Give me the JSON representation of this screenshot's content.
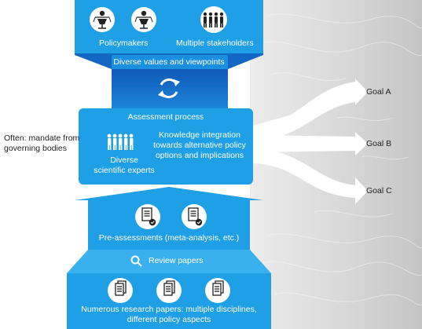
{
  "top": {
    "policymakers": "Policymakers",
    "stakeholders": "Multiple stakeholders",
    "viewpoints": "Diverse values and viewpoints"
  },
  "process": {
    "title": "Assessment process",
    "experts_line1": "Diverse",
    "experts_line2": "scientific experts",
    "integration_line1": "Knowledge integration",
    "integration_line2": "towards alternative policy",
    "integration_line3": "options and implications"
  },
  "mandate": {
    "line1": "Often: mandate from",
    "line2": "governing bodies"
  },
  "goals": [
    "Goal A",
    "Goal B",
    "Goal C"
  ],
  "pre_assessments": "Pre-assessments (meta-analysis, etc.)",
  "review": "Review papers",
  "research_line1": "Numerous research papers: multiple disciplines,",
  "research_line2": "different policy aspects",
  "colors": {
    "primary_blue": "#1e9fe6",
    "dark_blue": "#1466c4",
    "light_blue": "#3ab0ee",
    "background_gray": "#d4d4d4"
  },
  "icons": [
    "person-scale-icon",
    "group-icon",
    "refresh-icon",
    "document-check-icon",
    "search-icon",
    "document-icon"
  ]
}
